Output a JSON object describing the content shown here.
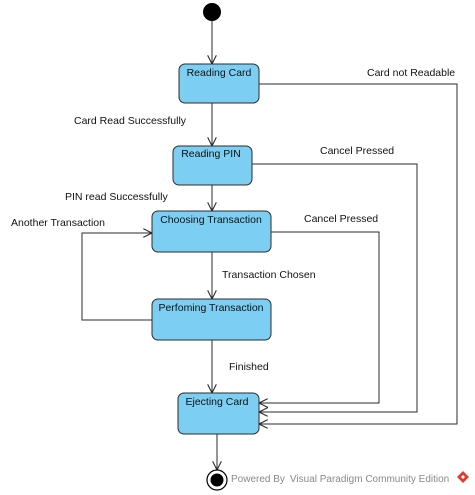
{
  "diagram": {
    "states": {
      "reading_card": "Reading Card",
      "reading_pin": "Reading PIN",
      "choosing_transaction": "Choosing Transaction",
      "performing_transaction": "Perfoming Transaction",
      "ejecting_card": "Ejecting Card"
    },
    "transitions": {
      "card_read_successfully": "Card Read Successfully",
      "card_not_readable": "Card not Readable",
      "pin_read_successfully": "PIN read Successfully",
      "cancel_pressed_pin": "Cancel Pressed",
      "another_transaction": "Another Transaction",
      "cancel_pressed_choosing": "Cancel Pressed",
      "transaction_chosen": "Transaction Chosen",
      "finished": "Finished"
    },
    "colors": {
      "state_fill": "#7ccff2",
      "line": "#2b2b2b"
    }
  },
  "watermark": {
    "text": "Powered By Visual Paradigm Community Edition"
  }
}
